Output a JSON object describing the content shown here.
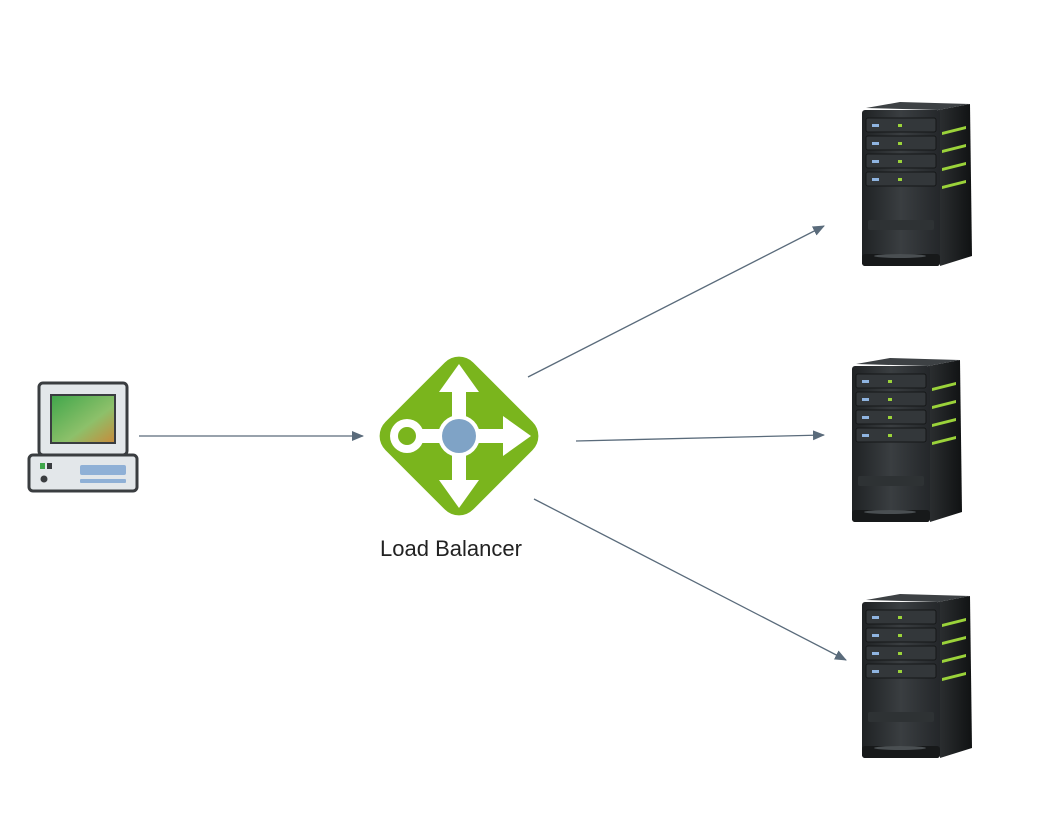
{
  "diagram": {
    "client": {
      "icon": "desktop-computer-icon"
    },
    "load_balancer": {
      "icon": "load-balancer-icon",
      "label": "Load Balancer"
    },
    "servers": [
      {
        "icon": "server-tower-icon"
      },
      {
        "icon": "server-tower-icon"
      },
      {
        "icon": "server-tower-icon"
      }
    ],
    "connections": [
      {
        "from": "client",
        "to": "load_balancer"
      },
      {
        "from": "load_balancer",
        "to": "server-1"
      },
      {
        "from": "load_balancer",
        "to": "server-2"
      },
      {
        "from": "load_balancer",
        "to": "server-3"
      }
    ],
    "colors": {
      "arrow": "#5a6b7b",
      "lb_green": "#7ab51d",
      "lb_center": "#7fa3c6",
      "server_body": "#2b2e30",
      "server_led_green": "#9bd33a",
      "server_led_blue": "#8fb4e0"
    }
  }
}
